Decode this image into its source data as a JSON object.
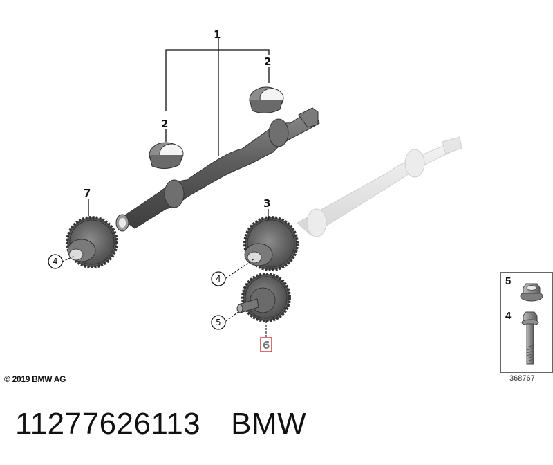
{
  "callouts": {
    "c1": "1",
    "c2a": "2",
    "c2b": "2",
    "c3": "3",
    "c4a": "4",
    "c4b": "4",
    "c5": "5",
    "c6": "6",
    "c7": "7"
  },
  "legend": {
    "item5": "5",
    "item4": "4"
  },
  "copyright": "© 2019 BMW AG",
  "diagram_number": "368767",
  "footer": {
    "part_number": "11277626113",
    "brand": "BMW"
  },
  "colors": {
    "part_dark": "#5a5a5a",
    "part_light": "#e2e2e2",
    "highlight_box": "#d23a3a"
  }
}
